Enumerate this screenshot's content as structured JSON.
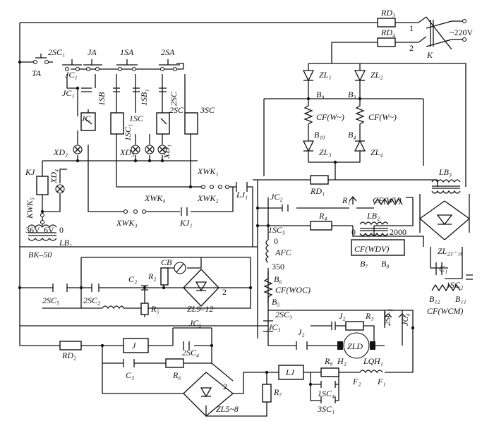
{
  "labels": {
    "rd3": "RD₃",
    "rd4": "RD₄",
    "n1": "1",
    "n2": "2",
    "supply": "~220V",
    "k": "K",
    "sc1": "2SC₁",
    "ja": "JA",
    "sa1": "1SA",
    "sa2": "2SA",
    "ta": "TA",
    "jc1a": "JC₁",
    "jc1b": "JC₁",
    "sb1": "1SB",
    "sb1b": "1SB₁",
    "sc2sc": "2SC",
    "jc": "JC",
    "sc1c": "1SC",
    "sc1c1": "1SC₁",
    "sc2": "2SC",
    "sc3": "3SC",
    "xd2": "XD₂",
    "xd3": "XD₃",
    "xd1": "XD₁",
    "kj": "KJ",
    "xd4": "XD₄",
    "kwk5": "KWK₅",
    "xwk1": "XWK₁",
    "xwk4": "XWK₄",
    "xwk2": "XWK₂",
    "lj1": "LJ₁",
    "xwk3": "XWK₃",
    "kj1": "KJ₁",
    "v36": "36V",
    "v6": "6V",
    "zero": "0",
    "lb1": "LB₁",
    "bk50": "BK–50",
    "zl1": "ZL₁",
    "zl2": "ZL₂",
    "b9": "B₉",
    "b3": "B₃",
    "cfw1": "CF(W~)",
    "cfw2": "CF(W~)",
    "b10": "B₁₀",
    "b4": "B₄",
    "zl3": "ZL₃",
    "zl4": "ZL₄",
    "rd1": "RD₁",
    "lb3": "LB₃",
    "jc2": "JC₂",
    "r1": "R₁",
    "cfwv": "CF(WV)",
    "sc5a": "1SC₅",
    "r4": "R₄",
    "lb2": "LB₂",
    "t0": "0",
    "t2000": "2000",
    "cfwdv": "CF(WDV)",
    "b7": "B₇",
    "b8": "B₈",
    "afc0": "0",
    "afc": "AFC",
    "afc350": "350",
    "b6": "B₆",
    "cfwoc": "CF(WOC)",
    "b5": "B₅",
    "zl2316": "ZL₂₃₋₁₆",
    "c1": "C₁",
    "sc2b": "1SC₂",
    "b12": "B₁₂",
    "b11": "B₁₁",
    "cfwcm": "CF(WCM)",
    "cb": "CB",
    "r2": "R₂",
    "zl912n": "2",
    "zl912": "ZL9–12",
    "sc5b": "2SC₅",
    "sc2c": "2SC₂",
    "c2": "C₂",
    "r5": "R₅",
    "sc3b": "2SC₃",
    "jc3": "JC₃",
    "j2a": "J₂",
    "j2b": "J₂",
    "r3": "R₃",
    "sc2d": "2SC₂",
    "jc4": "JC₄",
    "zld": "ZLD",
    "h2": "H₂",
    "h1": "H₁",
    "jc5": "JC₅",
    "rd2": "RD₂",
    "j": "J",
    "sc4": "2SC₄",
    "c3": "C₃",
    "r6": "R₆",
    "lj": "LJ",
    "r8": "R₈",
    "lq": "LQ",
    "f2": "F₂",
    "f1": "F₁",
    "r7": "R₇",
    "sc4b": "1SC₄",
    "sc1d": "3SC₁",
    "zl58n": "2",
    "zl58": "ZL5~8"
  }
}
